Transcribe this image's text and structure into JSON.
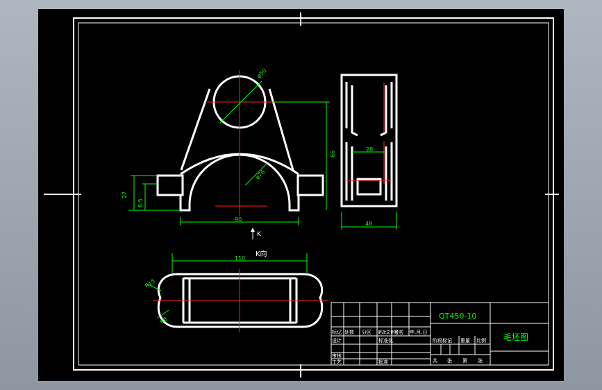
{
  "material": "QT450-10",
  "drawing_title": "毛坯图",
  "view_label": "K向",
  "arrow_label": "K",
  "dimensions": {
    "d_top_hole": "φ50",
    "height_total": "66",
    "height_foot": "27",
    "height_foot_inner": "8.5",
    "d_arc": "φ76",
    "width_bottom": "90",
    "side_inner": "28",
    "side_width": "48",
    "k_view_width": "110",
    "k_view_r_top": "R15",
    "k_view_r_bottom": "R8"
  },
  "title_block": {
    "row1": [
      "标记",
      "处数",
      "分区",
      "更改文件号",
      "签名",
      "年.月.日"
    ],
    "design": "设计",
    "standardize": "标准化",
    "review": "审核",
    "process": "工艺",
    "approve": "批准",
    "stage_mark": "阶段标记",
    "weight": "重量",
    "scale": "比例",
    "sheet_info": [
      "共",
      "张",
      "第",
      "张"
    ]
  },
  "colors": {
    "background": "#000000",
    "line": "#ffffff",
    "center_line": "#ff2020",
    "dimension": "#00ff00"
  }
}
